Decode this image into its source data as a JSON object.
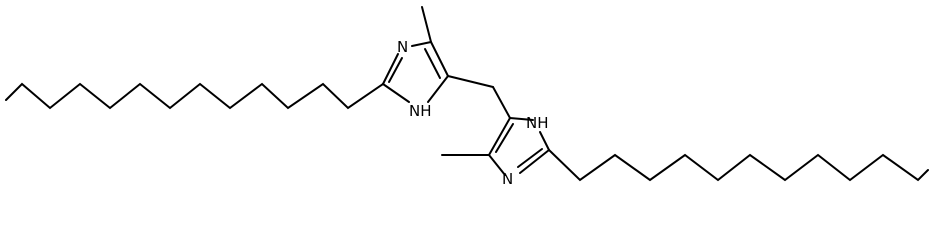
{
  "structure": {
    "atom_labels": {
      "upper_ring_n3": "N",
      "upper_ring_n1h": "NH",
      "lower_ring_n1h": "NH",
      "lower_ring_n3": "N"
    },
    "line_color": "#000000",
    "background": "#ffffff"
  }
}
